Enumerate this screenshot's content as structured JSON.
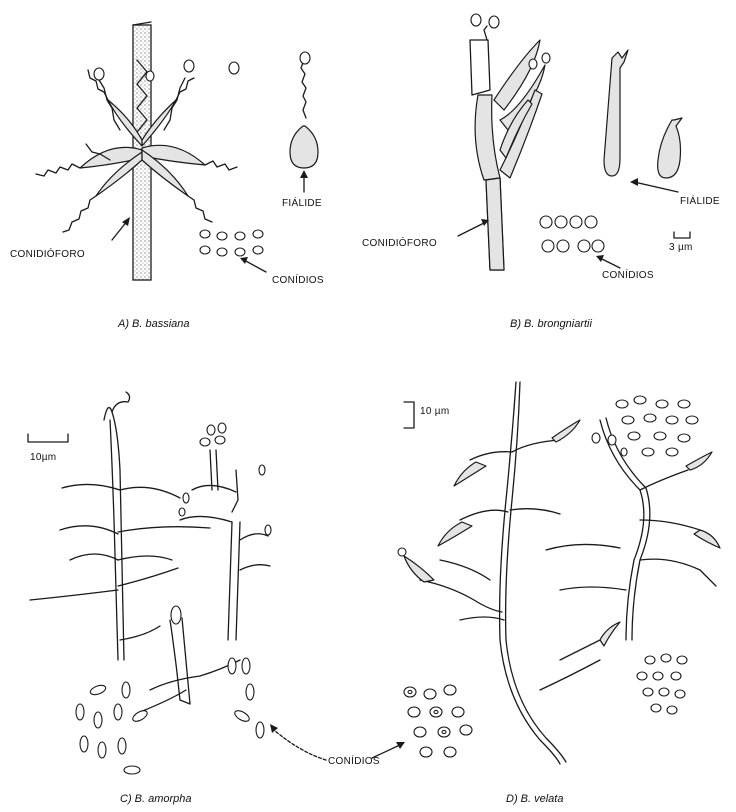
{
  "panels": {
    "a": {
      "caption": "A) B. bassiana",
      "labels": {
        "conidiophore": "CONIDIÓFORO",
        "phialide": "FIÁLIDE",
        "conidia": "CONÍDIOS"
      }
    },
    "b": {
      "caption": "B) B. brongniartii",
      "labels": {
        "conidiophore": "CONIDIÓFORO",
        "phialide": "FIÁLIDE",
        "conidia": "CONÍDIOS",
        "scale": "3 µm"
      }
    },
    "c": {
      "caption": "C) B. amorpha",
      "labels": {
        "scale": "10µm"
      }
    },
    "d": {
      "caption": "D) B. velata",
      "labels": {
        "scale": "10 µm"
      }
    }
  },
  "shared_labels": {
    "conidia": "CONÍDIOS"
  },
  "colors": {
    "ink": "#1a1a1a",
    "stipple": "#e4e4e4",
    "background": "#ffffff"
  }
}
